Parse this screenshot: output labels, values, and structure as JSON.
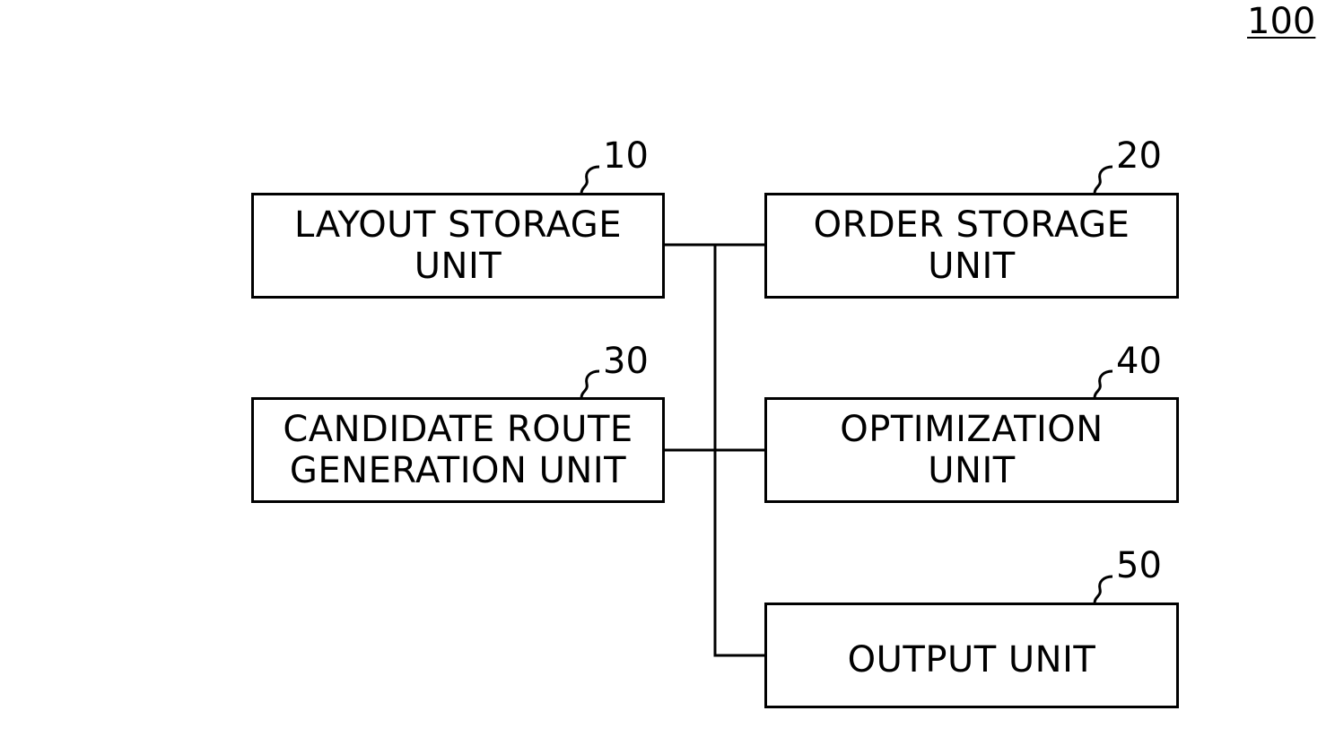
{
  "figure_ref": "100",
  "blocks": [
    {
      "ref": "10",
      "lines": [
        "LAYOUT STORAGE",
        "UNIT"
      ]
    },
    {
      "ref": "20",
      "lines": [
        "ORDER STORAGE",
        "UNIT"
      ]
    },
    {
      "ref": "30",
      "lines": [
        "CANDIDATE ROUTE",
        "GENERATION UNIT"
      ]
    },
    {
      "ref": "40",
      "lines": [
        "OPTIMIZATION",
        "UNIT"
      ]
    },
    {
      "ref": "50",
      "lines": [
        "OUTPUT UNIT"
      ]
    }
  ]
}
